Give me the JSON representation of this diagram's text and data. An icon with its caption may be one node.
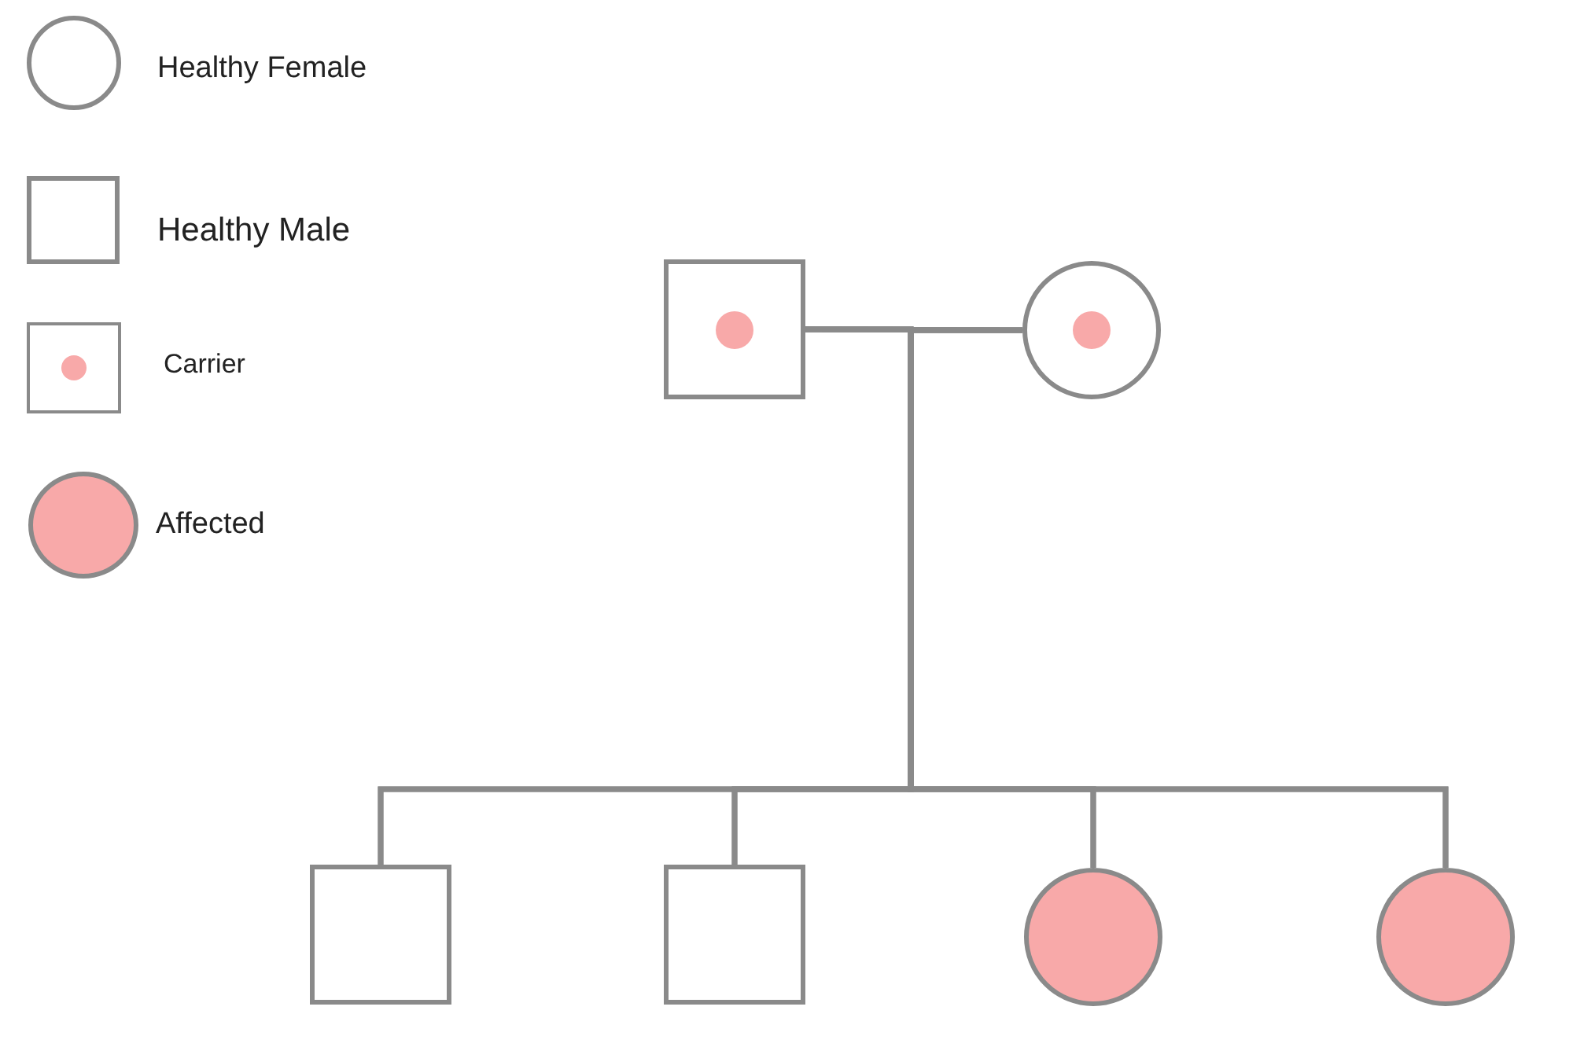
{
  "diagram": {
    "nodes": [
      {
        "text": [],
        "shape": "box"
      },
      {
        "text": [],
        "shape": "circle"
      },
      {
        "text": [],
        "shape": "box"
      },
      {
        "text": [],
        "shape": "box"
      },
      {
        "text": [],
        "shape": "circle"
      },
      {
        "text": [],
        "shape": "circle"
      }
    ],
    "edges": [
      {
        "from": 0,
        "to": 1,
        "arrow": "none"
      },
      {
        "from": 0,
        "to": 2,
        "arrow": "none"
      },
      {
        "from": 1,
        "to": 2,
        "arrow": "none"
      },
      {
        "from": 0,
        "to": 3,
        "arrow": "none"
      },
      {
        "from": 1,
        "to": 3,
        "arrow": "none"
      },
      {
        "from": 0,
        "to": 4,
        "arrow": "none"
      },
      {
        "from": 1,
        "to": 4,
        "arrow": "none"
      },
      {
        "from": 0,
        "to": 5,
        "arrow": "none"
      },
      {
        "from": 1,
        "to": 5,
        "arrow": "none"
      }
    ],
    "legend": [
      {
        "text": "Healthy Female"
      },
      {
        "text": "Healthy Male"
      },
      {
        "text": "Carrier"
      },
      {
        "text": "Affected",
        "color": "#f8a9a9"
      }
    ]
  }
}
